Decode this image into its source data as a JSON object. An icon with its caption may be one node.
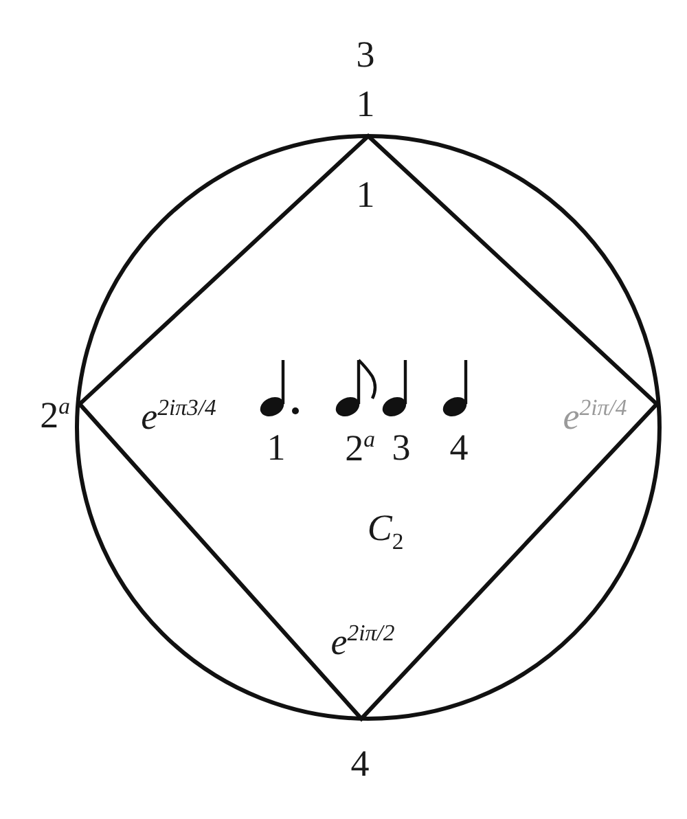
{
  "diagram": {
    "nodes": [
      {
        "text": [],
        "shape": "circle"
      },
      {
        "text": [
          "*C*$_{2}$"
        ],
        "in": 0
      }
    ],
    "labels": [
      "3",
      "1",
      "1",
      "2$^{a}$",
      "*e*$^{2iπ3/4}$",
      "*e*$^{2iπ/4}$",
      "1",
      "2$^{a}$",
      "3",
      "4",
      "*e*$^{2iπ/2}$",
      "4"
    ]
  }
}
